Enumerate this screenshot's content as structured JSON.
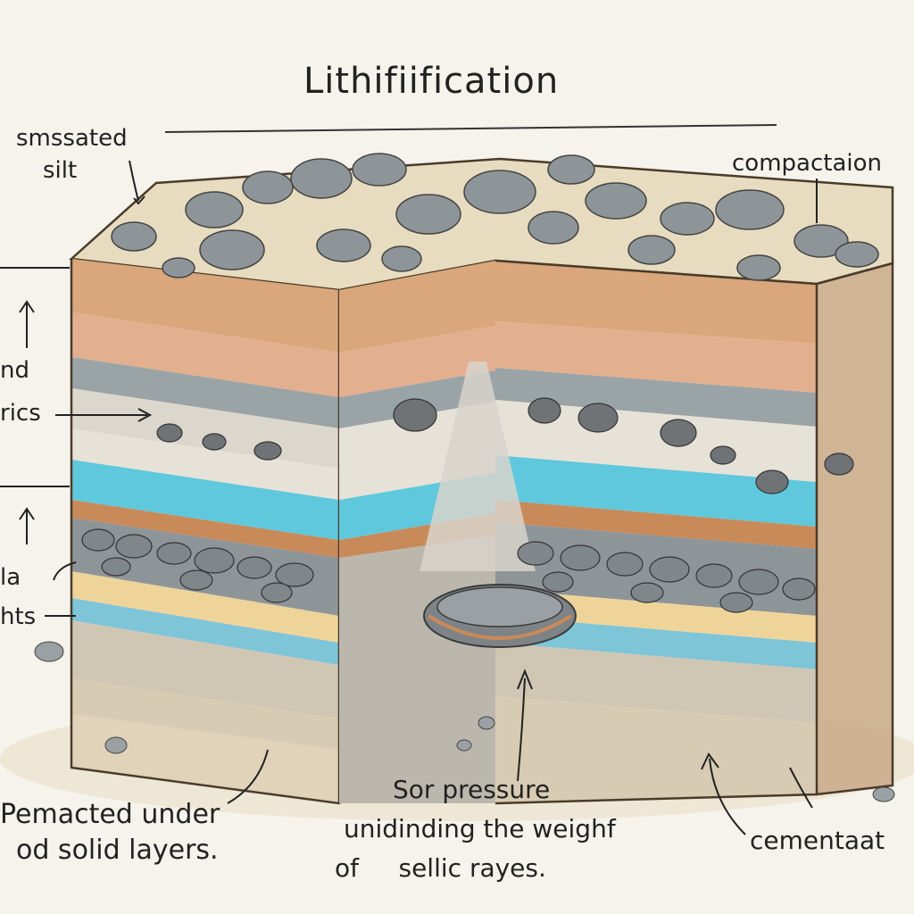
{
  "title": "Lithifiification",
  "labels": {
    "top_left_line1": "smssated",
    "top_left_line2": "silt",
    "top_right": "compactaion",
    "left_mid_line1": "nd",
    "left_mid_line2": "rics",
    "left_low_line1": "la",
    "left_low_line2": "hts",
    "bottom_left_line1": "Pemacted under",
    "bottom_left_line2": "od solid layers.",
    "bottom_center_line1": "Sor pressure",
    "bottom_center_line2": "unidinding the weighf",
    "bottom_center_line3": "of     sellic rayes.",
    "bottom_right": "cementaat"
  },
  "colors": {
    "background": "#f6f3ec",
    "sand_top": "#e8dcc0",
    "tan_band": "#d9a77b",
    "pink_band": "#e3b08f",
    "gray_band": "#9aa4a6",
    "water_band": "#5fc8dc",
    "pebble": "#8e9598",
    "yellow_sand": "#efd49a",
    "base_rock": "#d8cbb3",
    "ink": "#222222"
  }
}
